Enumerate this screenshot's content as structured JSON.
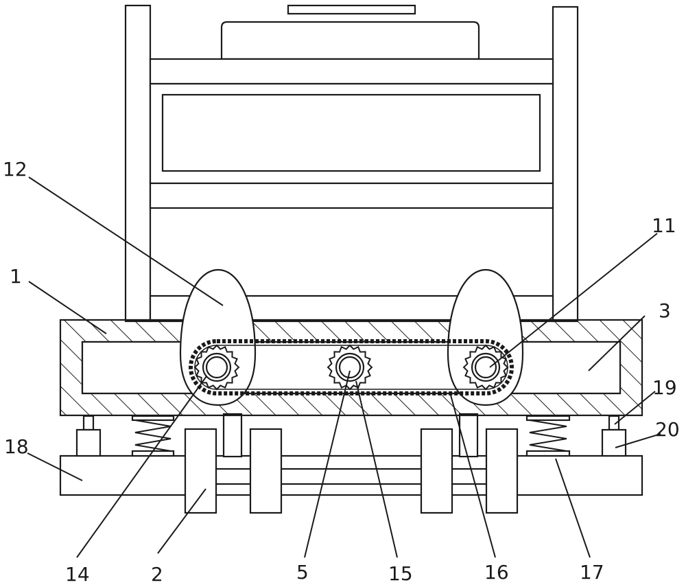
{
  "callouts": {
    "c1": "1",
    "c2": "2",
    "c3": "3",
    "c5": "5",
    "c11": "11",
    "c12": "12",
    "c14": "14",
    "c15": "15",
    "c16": "16",
    "c17": "17",
    "c18": "18",
    "c19": "19",
    "c20": "20"
  },
  "colors": {
    "line": "#1a1a1a",
    "background": "#ffffff"
  }
}
